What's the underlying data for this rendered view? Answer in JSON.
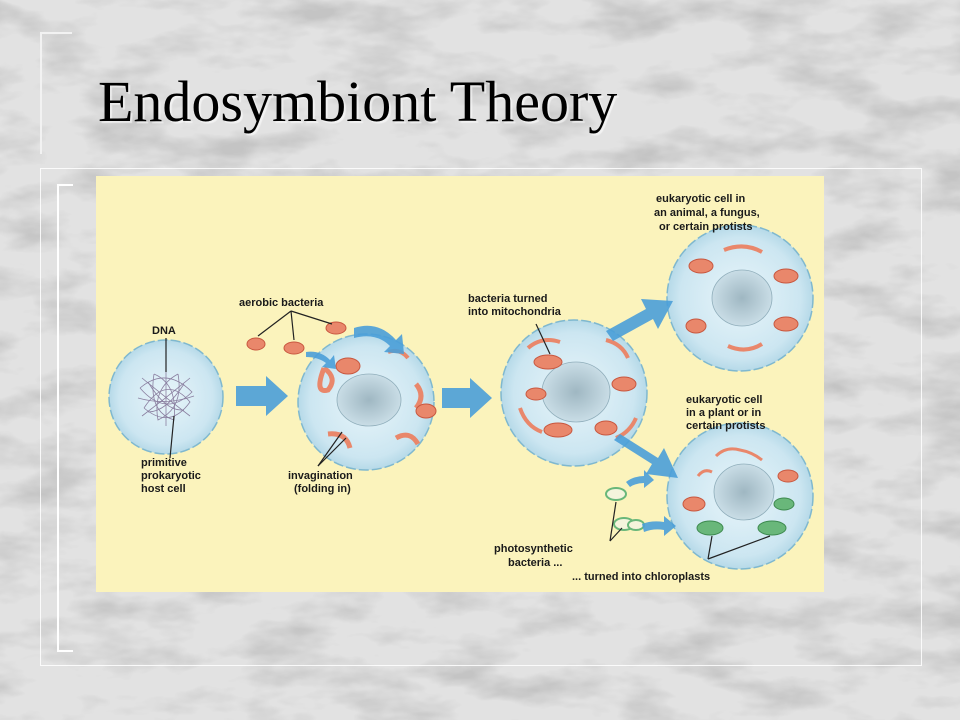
{
  "slide": {
    "title": "Endosymbiont Theory"
  },
  "diagram": {
    "labels": {
      "dna": "DNA",
      "aerobic_bacteria": "aerobic bacteria",
      "host_line1": "primitive",
      "host_line2": "prokaryotic",
      "host_line3": "host cell",
      "invagination_line1": "invagination",
      "invagination_line2": "(folding in)",
      "mito_line1": "bacteria turned",
      "mito_line2": "into mitochondria",
      "animal_line1": "eukaryotic cell in",
      "animal_line2": "an animal, a fungus,",
      "animal_line3": "or certain protists",
      "plant_line1": "eukaryotic cell",
      "plant_line2": "in a plant or in",
      "plant_line3": "certain protists",
      "photo_line1": "photosynthetic",
      "photo_line2": "bacteria ...",
      "chloro": "... turned into chloroplasts"
    },
    "colors": {
      "panel": "#fbf3bc",
      "cell_fill": "#d3ebf5",
      "cell_edge": "#7fb8cf",
      "mito": "#e9876b",
      "chloro": "#69b77a",
      "arrow": "#4a9ed8"
    }
  }
}
